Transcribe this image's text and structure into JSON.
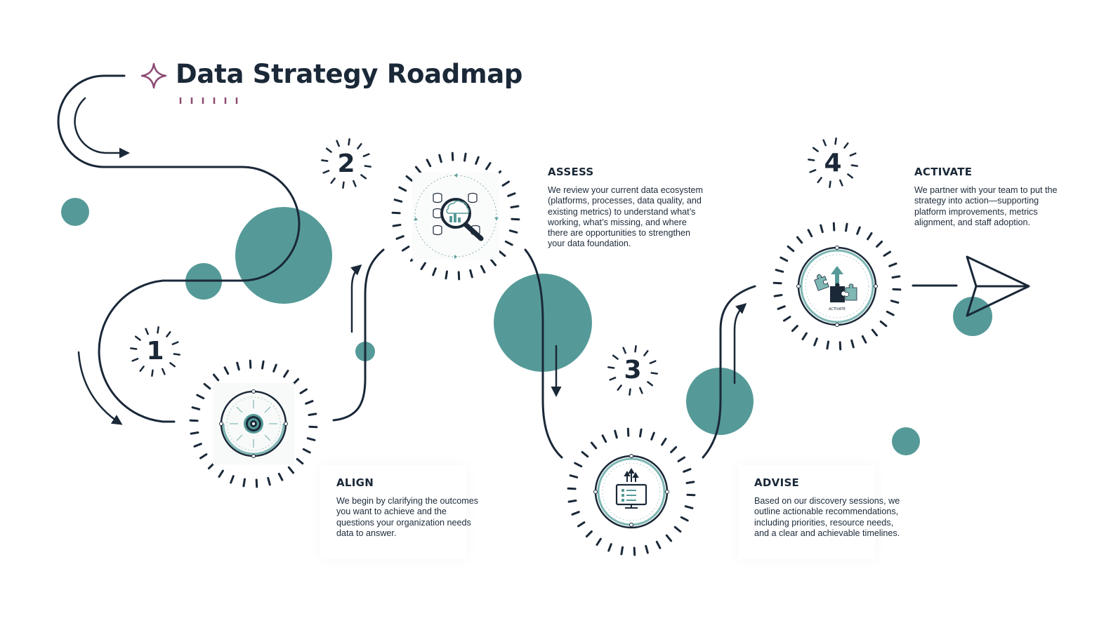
{
  "title": "Data Strategy Roadmap",
  "colors": {
    "ink": "#1a2838",
    "teal": "#559a98",
    "teal_light": "#7fb8b5",
    "accent": "#8c4a72"
  },
  "title_icon": "four-point-star-icon",
  "steps": [
    {
      "number": "1",
      "heading": "ALIGN",
      "text": "We begin by clarifying the outcomes you want to achieve and the questions your organization needs data to answer.",
      "icon": "target-icon"
    },
    {
      "number": "2",
      "heading": "ASSESS",
      "text": "We review your current data ecosystem (platforms, processes, data quality, and existing metrics) to understand what’s working, what’s missing, and where there are opportunities to strengthen your data foundation.",
      "icon": "magnifier-cloud-data-icon"
    },
    {
      "number": "3",
      "heading": "ADVISE",
      "text": "Based on our discovery sessions, we outline actionable recommendations, including priorities, resource needs, and a clear and achievable timelines.",
      "icon": "monitor-checklist-icon"
    },
    {
      "number": "4",
      "heading": "ACTIVATE",
      "text": "We partner with your team to put the strategy into action—supporting platform improvements, metrics alignment, and staff adoption.",
      "icon": "puzzle-arrow-icon",
      "icon_caption": "ACTIVATE"
    }
  ],
  "end_icon": "paper-plane-icon"
}
